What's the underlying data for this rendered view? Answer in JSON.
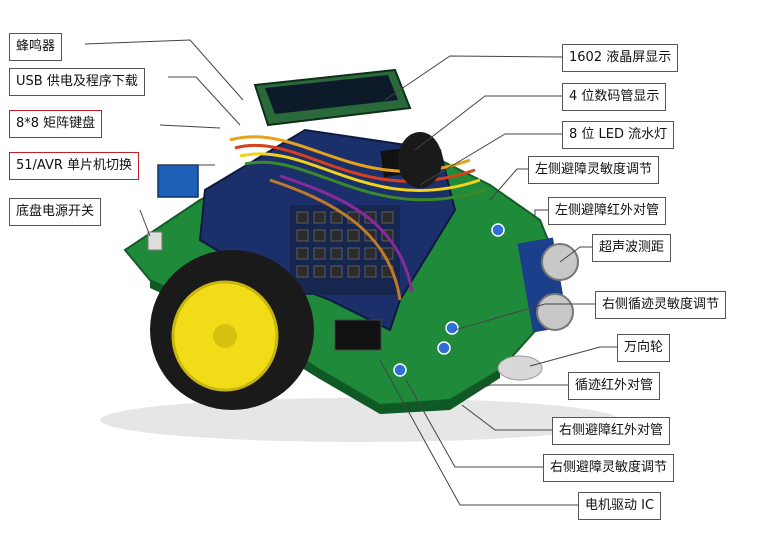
{
  "callouts_left": [
    {
      "text": "蜂鸣器",
      "highlight": false
    },
    {
      "text": "USB 供电及程序下载",
      "highlight": false
    },
    {
      "text": "8*8 矩阵键盘",
      "highlight": true
    },
    {
      "text": "51/AVR 单片机切换",
      "highlight": true
    },
    {
      "text": "底盘电源开关",
      "highlight": false
    }
  ],
  "callouts_right": [
    {
      "text": "1602 液晶屏显示"
    },
    {
      "text": "4 位数码管显示"
    },
    {
      "text": "8 位 LED 流水灯"
    },
    {
      "text": "左侧避障灵敏度调节"
    },
    {
      "text": "左侧避障红外对管"
    },
    {
      "text": "超声波测距"
    },
    {
      "text": "右侧循迹灵敏度调节"
    },
    {
      "text": "万向轮"
    },
    {
      "text": "循迹红外对管"
    },
    {
      "text": "右侧避障红外对管"
    },
    {
      "text": "右侧避障灵敏度调节"
    },
    {
      "text": "电机驱动 IC"
    }
  ],
  "colors": {
    "pcb_green": "#1f8a3a",
    "board_blue": "#1b2f6b",
    "wheel_yellow": "#f2dc18",
    "tire_black": "#1a1a1a",
    "highlight_border": "#c21f2a"
  }
}
